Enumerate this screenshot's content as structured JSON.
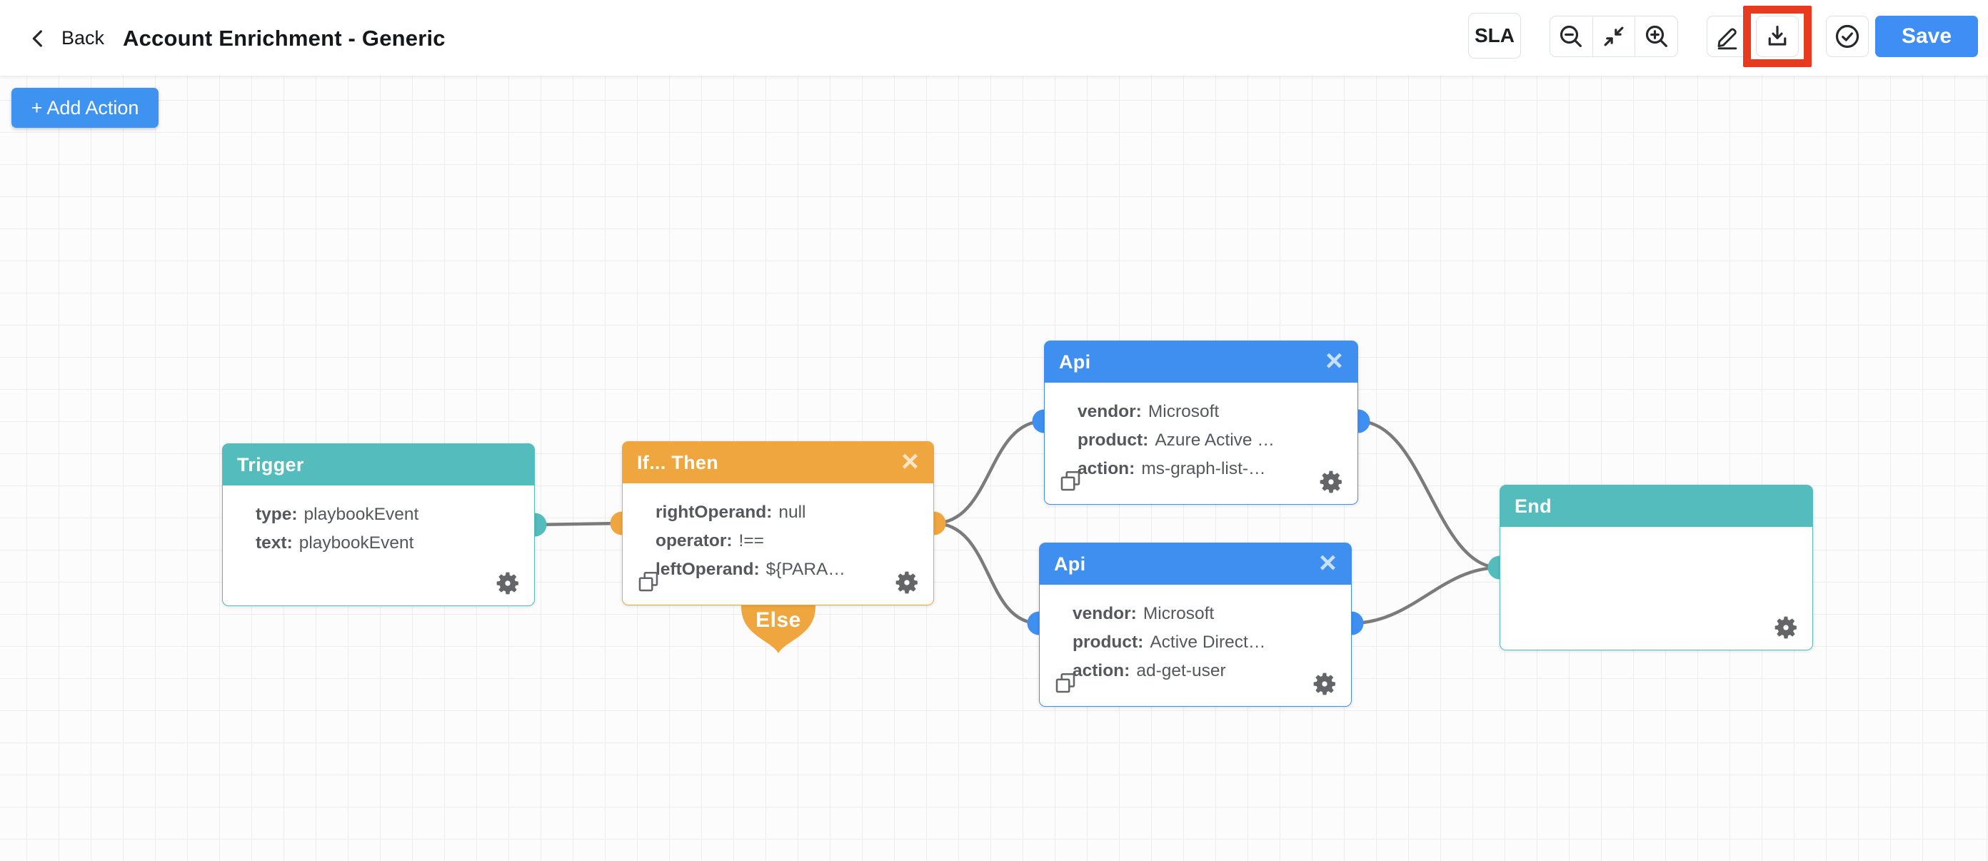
{
  "header": {
    "back_label": "Back",
    "title": "Account Enrichment - Generic",
    "sla_label": "SLA",
    "save_label": "Save",
    "icons": {
      "back": "chevron-left-icon",
      "zoom_out": "magnifier-minus-icon",
      "zoom_fit": "compress-arrows-icon",
      "zoom_in": "magnifier-plus-icon",
      "edit": "pencil-icon",
      "download": "download-tray-icon",
      "validate": "check-circle-icon"
    },
    "annotation": "red box highlighting download button"
  },
  "canvas": {
    "add_action_label": "+ Add Action",
    "else_label": "Else",
    "close_glyph": "×"
  },
  "nodes": {
    "trigger": {
      "title": "Trigger",
      "lines": [
        {
          "label": "type:",
          "value": "playbookEvent"
        },
        {
          "label": "text:",
          "value": "playbookEvent"
        }
      ]
    },
    "ifthen": {
      "title": "If... Then",
      "lines": [
        {
          "label": "rightOperand:",
          "value": "null"
        },
        {
          "label": "operator:",
          "value": "!=="
        },
        {
          "label": "leftOperand:",
          "value": "${PARA…"
        }
      ]
    },
    "api_top": {
      "title": "Api",
      "lines": [
        {
          "label": "vendor:",
          "value": "Microsoft"
        },
        {
          "label": "product:",
          "value": "Azure Active …"
        },
        {
          "label": "action:",
          "value": "ms-graph-list-…"
        }
      ]
    },
    "api_bottom": {
      "title": "Api",
      "lines": [
        {
          "label": "vendor:",
          "value": "Microsoft"
        },
        {
          "label": "product:",
          "value": "Active Direct…"
        },
        {
          "label": "action:",
          "value": "ad-get-user"
        }
      ]
    },
    "end": {
      "title": "End",
      "lines": []
    }
  },
  "colors": {
    "teal": "#55bcbe",
    "orange": "#f0a63e",
    "blue": "#3f8ff1",
    "save-blue": "#3e8ef5",
    "add-blue": "#3f93f0",
    "annotation-red": "#e73a1e",
    "connector-gray": "#7b7b7b"
  }
}
